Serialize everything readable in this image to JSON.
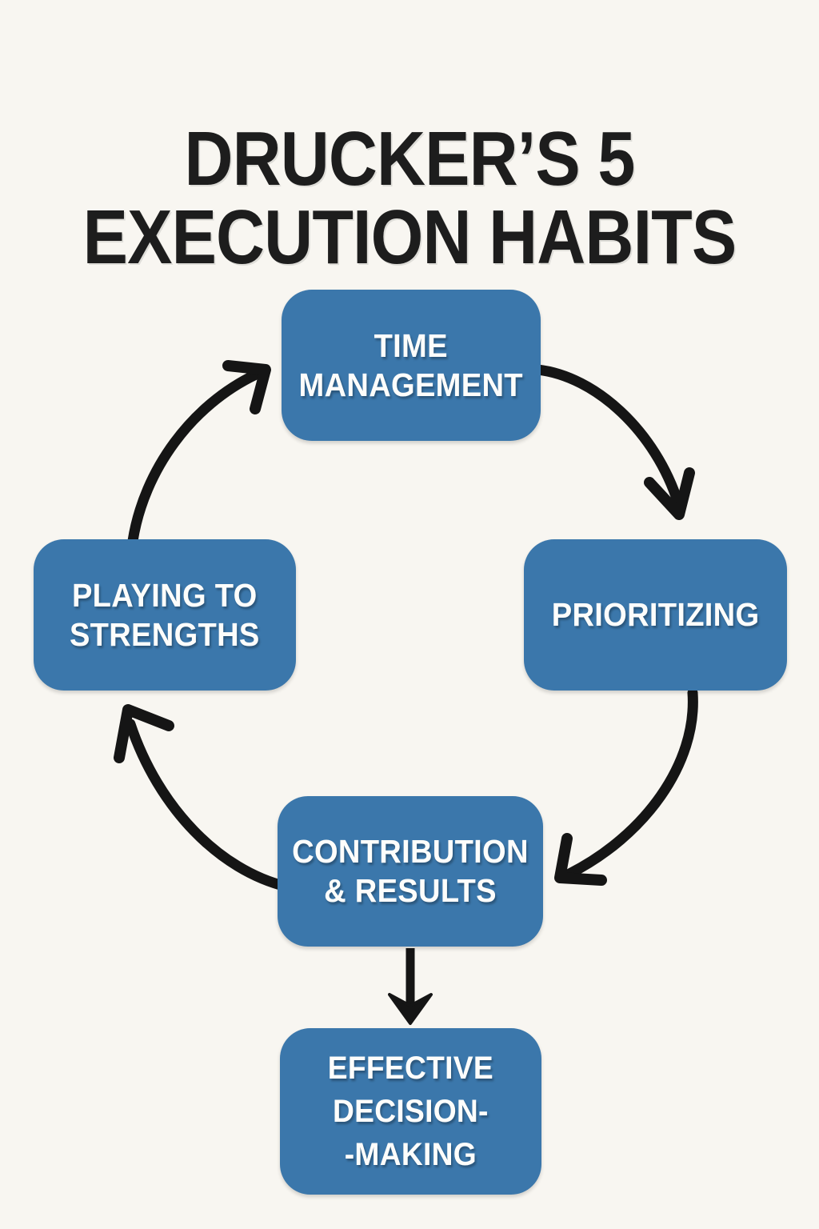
{
  "page": {
    "title": {
      "line1": "DRUCKER’S 5",
      "line2": "EXECUTION HABITS"
    },
    "background_color": "#F8F6F1",
    "accent_color": "#3B77AB",
    "text_color_on_accent": "#FDFDFB",
    "title_color": "#1D1D1D",
    "arrow_color": "#151515"
  },
  "diagram": {
    "type": "cycle-flowchart",
    "nodes": [
      {
        "id": "time-management",
        "label": "TIME\nMANAGEMENT",
        "position": "top"
      },
      {
        "id": "prioritizing",
        "label": "PRIORITIZING",
        "position": "right"
      },
      {
        "id": "contribution-results",
        "label": "CONTRIBUTION\n& RESULTS",
        "position": "bottom-center"
      },
      {
        "id": "effective-decision-making",
        "label": "EFFECTIVE\nDECISION-\n-MAKING",
        "position": "bottom"
      },
      {
        "id": "playing-to-strengths",
        "label": "PLAYING TO\nSTRENGTHS",
        "position": "left"
      }
    ],
    "connections": [
      {
        "from": "time-management",
        "to": "prioritizing",
        "style": "curved-arrow"
      },
      {
        "from": "prioritizing",
        "to": "contribution-results",
        "style": "curved-arrow"
      },
      {
        "from": "contribution-results",
        "to": "playing-to-strengths",
        "style": "curved-arrow"
      },
      {
        "from": "playing-to-strengths",
        "to": "time-management",
        "style": "curved-arrow"
      },
      {
        "from": "contribution-results",
        "to": "effective-decision-making",
        "style": "straight-arrow"
      }
    ]
  }
}
